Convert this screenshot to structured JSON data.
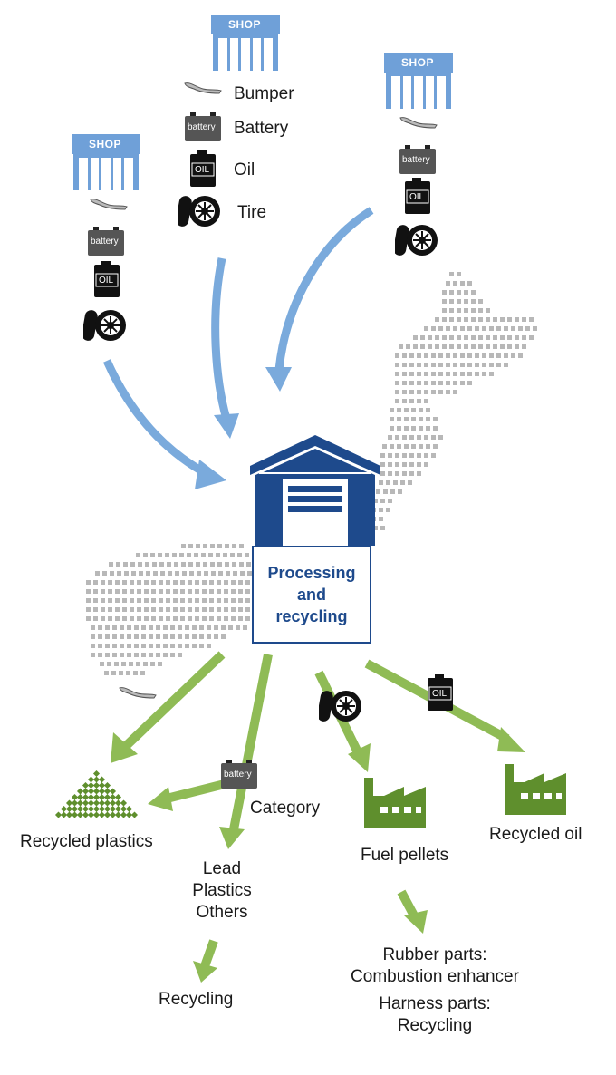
{
  "shops": [
    {
      "label": "SHOP",
      "color": "#6fa0d8"
    },
    {
      "label": "SHOP",
      "color": "#6fa0d8"
    },
    {
      "label": "SHOP",
      "color": "#6fa0d8"
    }
  ],
  "parts": [
    {
      "label": "Bumper",
      "icon": "bumper-icon"
    },
    {
      "label": "Battery",
      "icon": "battery-icon"
    },
    {
      "label": "Oil",
      "icon": "oil-can-icon"
    },
    {
      "label": "Tire",
      "icon": "tire-icon"
    }
  ],
  "icon_text": {
    "battery": "battery",
    "oil": "OIL"
  },
  "facility": {
    "label": "Processing and recycling",
    "line1": "Processing",
    "line2": "and",
    "line3": "recycling",
    "color": "#1e4a8c"
  },
  "outputs": {
    "plastics": "Recycled plastics",
    "category": "Category",
    "battery_lines": [
      "Lead",
      "Plastics",
      "Others"
    ],
    "battery_final": "Recycling",
    "fuel": "Fuel pellets",
    "fuel_lines": [
      "Rubber parts:",
      "Combustion enhancer",
      "Harness parts:",
      "Recycling"
    ],
    "oil": "Recycled oil"
  },
  "colors": {
    "inbound_arrow": "#7aaadc",
    "outbound_arrow": "#8fbb55",
    "factory": "#5f8f2d",
    "map": "#b8b8b8"
  }
}
